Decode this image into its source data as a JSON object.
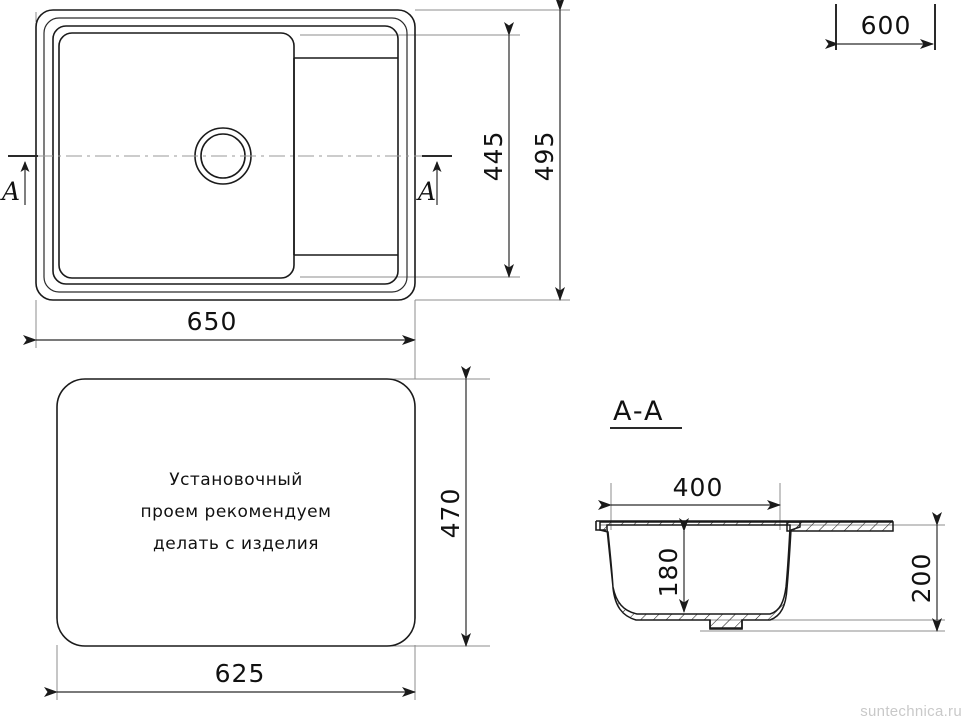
{
  "drawing": {
    "type": "technical-dimension-drawing",
    "subject": "kitchen sink with drainboard",
    "views": [
      {
        "id": "top-view",
        "label": ""
      },
      {
        "id": "cutout-view",
        "label": ""
      },
      {
        "id": "section-view",
        "label": "A-A"
      }
    ]
  },
  "top_view": {
    "dimensions": {
      "width": "650",
      "height_inner": "445",
      "height_outer": "495"
    },
    "section_marker_left": "A",
    "section_marker_right": "A"
  },
  "cabinet": {
    "width": "600"
  },
  "cutout_view": {
    "note_line_1": "Установочный",
    "note_line_2": "проем рекомендуем",
    "note_line_3": "делать с изделия",
    "dimensions": {
      "width": "625",
      "height": "470"
    }
  },
  "section_view": {
    "title": "A-A",
    "dimensions": {
      "bowl_width": "400",
      "bowl_depth": "180",
      "total_depth": "200"
    }
  },
  "watermark": {
    "text": "suntechnica.ru"
  },
  "colors": {
    "line": "#1a1a1a",
    "dimension_line": "#2a2a2a",
    "extension_line": "#8d8d8d",
    "center_line": "#9a9a9a",
    "watermark": "#c9c9c9",
    "background": "#ffffff"
  }
}
